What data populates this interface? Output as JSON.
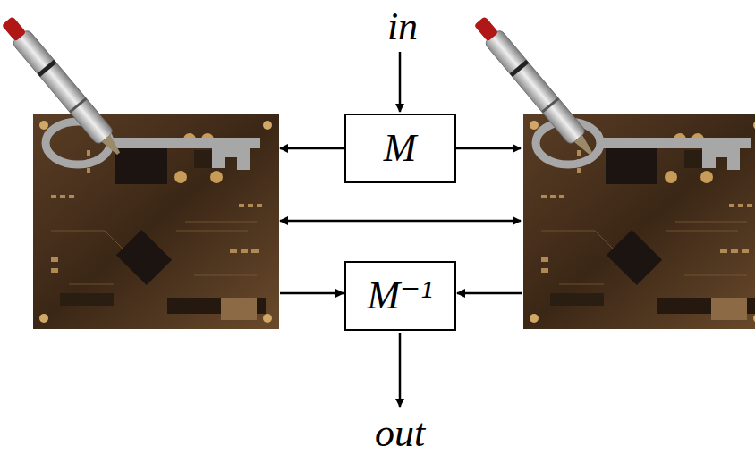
{
  "diagram": {
    "nodes": [
      {
        "text": [
          "M"
        ]
      },
      {
        "text": [
          "M⁻¹"
        ]
      }
    ],
    "labels": [
      "in",
      "out"
    ]
  }
}
